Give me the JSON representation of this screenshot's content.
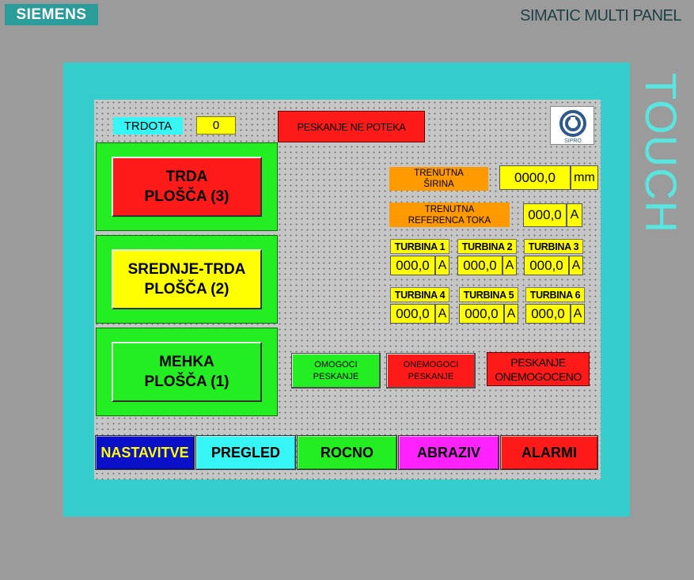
{
  "bezel": {
    "brand": "SIEMENS",
    "model": "SIMATIC MULTI PANEL",
    "touch_label": "TOUCH"
  },
  "header": {
    "hardness_label": "TRDOTA",
    "hardness_value": "0",
    "status_text": "PESKANJE NE POTEKA",
    "logo_text": "SIPRO"
  },
  "modes": [
    {
      "line1": "TRDA",
      "line2": "PLOŠČA (3)",
      "color": "#ff1a1a"
    },
    {
      "line1": "SREDNJE-TRDA",
      "line2": "PLOŠČA (2)",
      "color": "#ffff00"
    },
    {
      "line1": "MEHKA",
      "line2": "PLOŠČA (1)",
      "color": "#22ee22"
    }
  ],
  "measurements": {
    "width": {
      "label1": "TRENUTNA",
      "label2": "ŠIRINA",
      "value": "0000,0",
      "unit": "mm"
    },
    "current_ref": {
      "label1": "TRENUTNA",
      "label2": "REFERENCA TOKA",
      "value": "000,0",
      "unit": "A"
    }
  },
  "turbines": [
    {
      "label": "TURBINA 1",
      "value": "000,0",
      "unit": "A"
    },
    {
      "label": "TURBINA 2",
      "value": "000,0",
      "unit": "A"
    },
    {
      "label": "TURBINA 3",
      "value": "000,0",
      "unit": "A"
    },
    {
      "label": "TURBINA 4",
      "value": "000,0",
      "unit": "A"
    },
    {
      "label": "TURBINA 5",
      "value": "000,0",
      "unit": "A"
    },
    {
      "label": "TURBINA 6",
      "value": "000,0",
      "unit": "A"
    }
  ],
  "actions": {
    "enable": {
      "line1": "OMOGOCI",
      "line2": "PESKANJE",
      "color": "#22ee22"
    },
    "disable": {
      "line1": "ONEMOGOCI",
      "line2": "PESKANJE",
      "color": "#ff1a1a"
    },
    "state": {
      "line1": "PESKANJE",
      "line2": "ONEMOGOCENO",
      "color": "#ff1a1a"
    }
  },
  "nav": [
    {
      "label": "NASTAVITVE",
      "bg": "#0a10c8",
      "fg": "#ffff00"
    },
    {
      "label": "PREGLED",
      "bg": "#35f5f5",
      "fg": "#000000"
    },
    {
      "label": "ROCNO",
      "bg": "#22ee22",
      "fg": "#000000"
    },
    {
      "label": "ABRAZIV",
      "bg": "#ff22ff",
      "fg": "#000000"
    },
    {
      "label": "ALARMI",
      "bg": "#ff1a1a",
      "fg": "#000000"
    }
  ]
}
